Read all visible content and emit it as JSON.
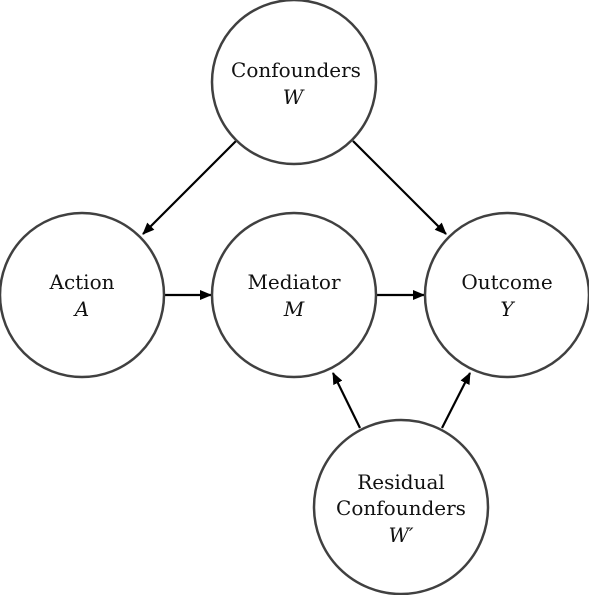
{
  "diagram": {
    "nodes": {
      "confounders": {
        "label": "Confounders",
        "symbol": "W"
      },
      "action": {
        "label": "Action",
        "symbol": "A"
      },
      "mediator": {
        "label": "Mediator",
        "symbol": "M"
      },
      "outcome": {
        "label": "Outcome",
        "symbol": "Y"
      },
      "residual": {
        "label_line1": "Residual",
        "label_line2": "Confounders",
        "symbol": "W′"
      }
    },
    "edges": [
      {
        "from": "confounders",
        "to": "action"
      },
      {
        "from": "confounders",
        "to": "outcome"
      },
      {
        "from": "action",
        "to": "mediator"
      },
      {
        "from": "mediator",
        "to": "outcome"
      },
      {
        "from": "residual",
        "to": "mediator"
      },
      {
        "from": "residual",
        "to": "outcome"
      }
    ],
    "colors": {
      "node_stroke": "#404040",
      "edge": "#000000",
      "background": "#ffffff"
    }
  }
}
